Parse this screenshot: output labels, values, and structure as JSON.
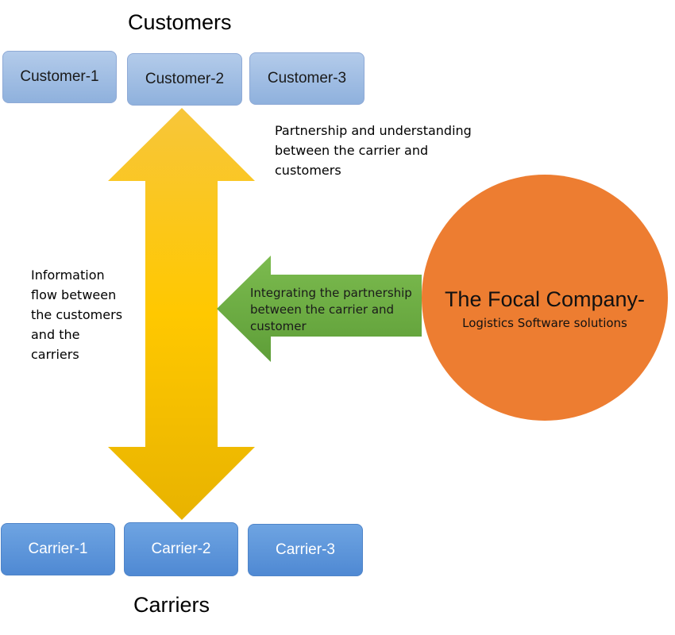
{
  "headings": {
    "customers": "Customers",
    "carriers": "Carriers"
  },
  "customers": [
    "Customer-1",
    "Customer-2",
    "Customer-3"
  ],
  "carriers": [
    "Carrier-1",
    "Carrier-2",
    "Carrier-3"
  ],
  "notes": {
    "partnership": [
      "Partnership and understanding",
      "between the carrier and",
      "customers"
    ],
    "information_flow": [
      "Information",
      "flow between",
      "the customers",
      "and the",
      "carriers"
    ],
    "integrating": [
      "Integrating the partnership",
      "between the carrier and",
      "customer"
    ]
  },
  "focal": {
    "title": "The Focal Company-",
    "subtitle": "Logistics Software solutions"
  },
  "colors": {
    "yellow_arrow": "#f5c000",
    "green_arrow": "#70ad47",
    "orange_circle": "#ed7d31",
    "customer_box": "#9dbbe2",
    "carrier_box": "#5b93d8"
  }
}
